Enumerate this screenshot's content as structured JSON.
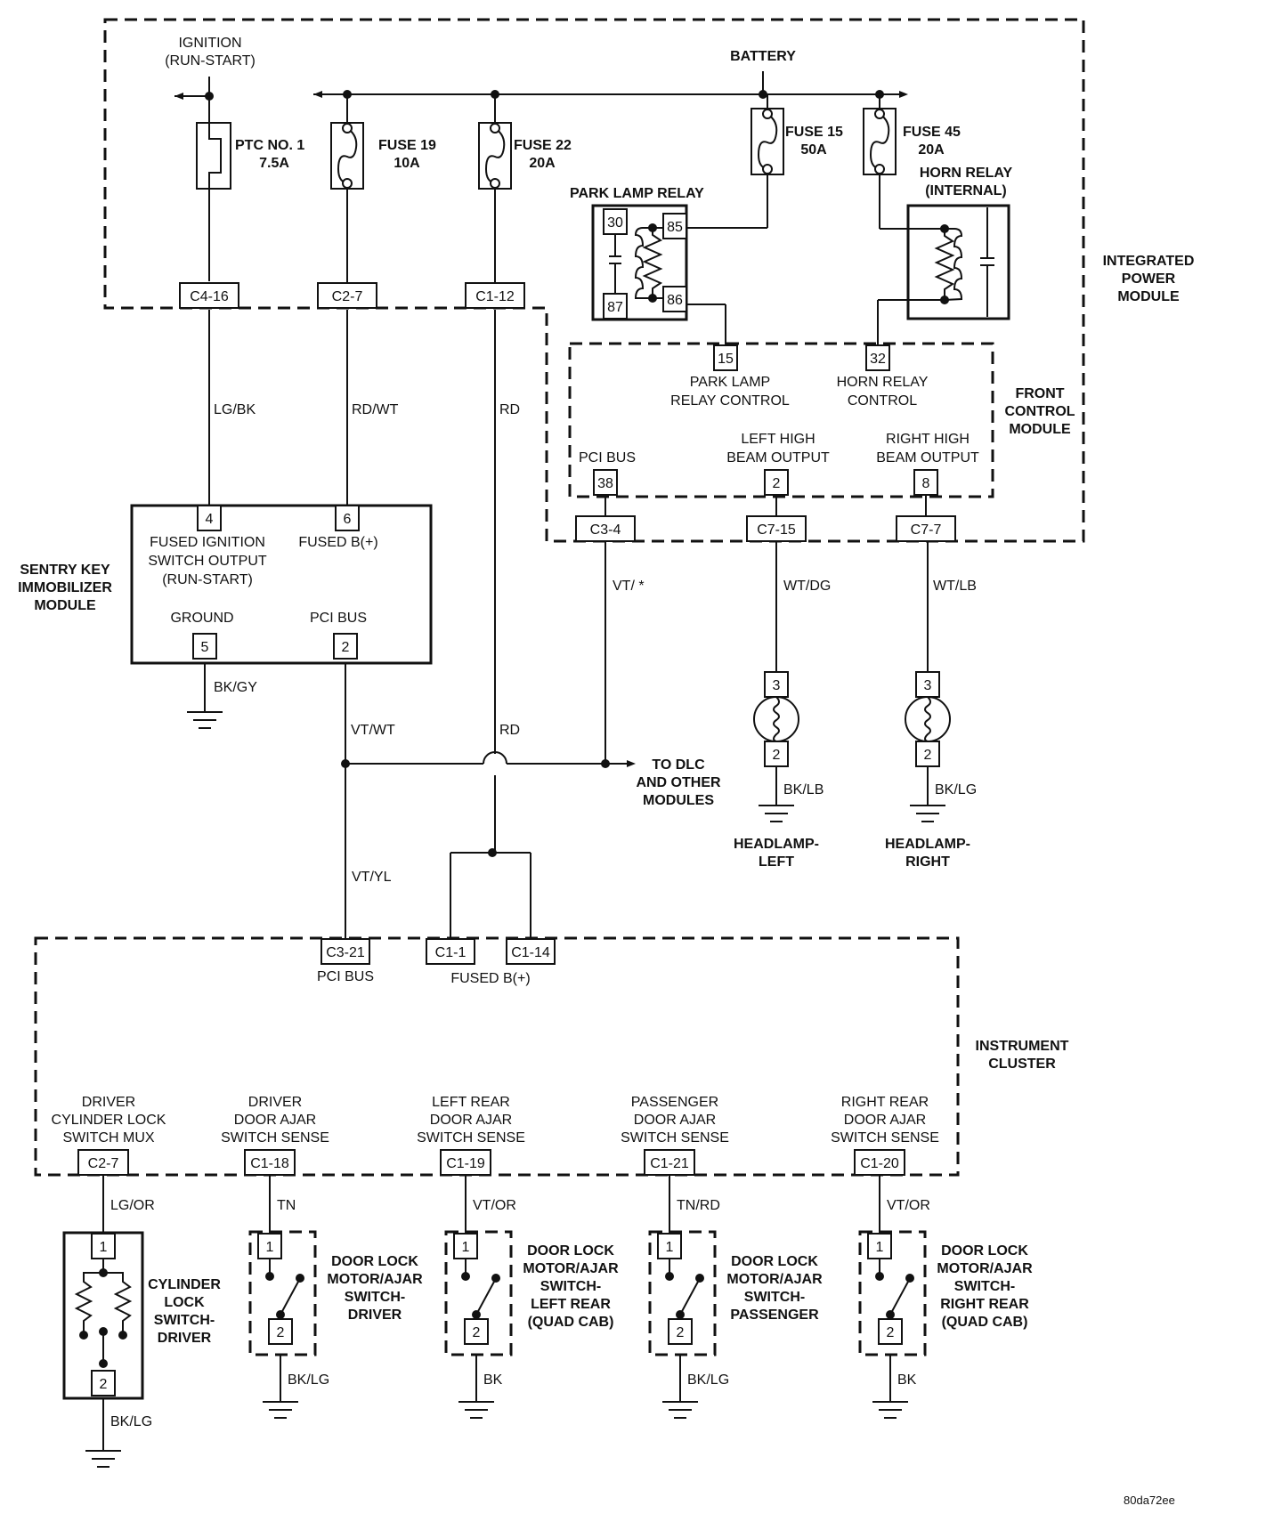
{
  "modules": {
    "integrated_power_module": "INTEGRATED POWER MODULE",
    "front_control_module": "FRONT CONTROL MODULE",
    "sentry_key_immobilizer_module": "SENTRY KEY IMMOBILIZER MODULE",
    "instrument_cluster": "INSTRUMENT CLUSTER"
  },
  "sources": {
    "ignition": [
      "IGNITION",
      "(RUN-START)"
    ],
    "battery": "BATTERY"
  },
  "fuses": [
    {
      "name": "PTC NO. 1",
      "rating": "7.5A",
      "connector": "C4-16",
      "wire": "LG/BK",
      "type": "ptc"
    },
    {
      "name": "FUSE 19",
      "rating": "10A",
      "connector": "C2-7",
      "wire": "RD/WT",
      "type": "fuse"
    },
    {
      "name": "FUSE 22",
      "rating": "20A",
      "connector": "C1-12",
      "wire": "RD",
      "type": "fuse"
    },
    {
      "name": "FUSE 15",
      "rating": "50A",
      "type": "fuse"
    },
    {
      "name": "FUSE 45",
      "rating": "20A",
      "type": "fuse"
    }
  ],
  "relays": {
    "park_lamp": {
      "label": "PARK LAMP RELAY",
      "pins": [
        "30",
        "85",
        "87",
        "86"
      ]
    },
    "horn": {
      "label": [
        "HORN RELAY",
        "(INTERNAL)"
      ]
    }
  },
  "front_control": {
    "pins": [
      {
        "pin": "15",
        "label": [
          "PARK LAMP",
          "RELAY CONTROL"
        ]
      },
      {
        "pin": "32",
        "label": [
          "HORN RELAY",
          "CONTROL"
        ]
      },
      {
        "pin": "38",
        "label": [
          "PCI BUS"
        ],
        "connector": "C3-4",
        "wire": "VT/ *"
      },
      {
        "pin": "2",
        "label": [
          "LEFT HIGH",
          "BEAM OUTPUT"
        ],
        "connector": "C7-15",
        "wire": "WT/DG"
      },
      {
        "pin": "8",
        "label": [
          "RIGHT HIGH",
          "BEAM OUTPUT"
        ],
        "connector": "C7-7",
        "wire": "WT/LB"
      }
    ]
  },
  "skim": {
    "pins": [
      {
        "pin": "4",
        "label": [
          "FUSED IGNITION",
          "SWITCH OUTPUT",
          "(RUN-START)"
        ]
      },
      {
        "pin": "6",
        "label": [
          "FUSED B(+)"
        ]
      },
      {
        "pin": "5",
        "label": [
          "GROUND"
        ],
        "wire": "BK/GY"
      },
      {
        "pin": "2",
        "label": [
          "PCI BUS"
        ],
        "wire": "VT/WT"
      }
    ]
  },
  "bus": {
    "rd_wire": "RD",
    "dlc_note": [
      "TO DLC",
      "AND OTHER",
      "MODULES"
    ],
    "pci_to_cluster_wire": "VT/YL"
  },
  "headlamps": [
    {
      "label": [
        "HEADLAMP-",
        "LEFT"
      ],
      "pin_top": "3",
      "pin_bottom": "2",
      "ground_wire": "BK/LB"
    },
    {
      "label": [
        "HEADLAMP-",
        "RIGHT"
      ],
      "pin_top": "3",
      "pin_bottom": "2",
      "ground_wire": "BK/LG"
    }
  ],
  "cluster": {
    "top_connectors": [
      {
        "id": "C3-21",
        "label": "PCI BUS"
      },
      {
        "id": "C1-1",
        "label": "FUSED B(+)"
      },
      {
        "id": "C1-14"
      }
    ],
    "bottom_connectors": [
      {
        "id": "C2-7",
        "label": [
          "DRIVER",
          "CYLINDER LOCK",
          "SWITCH MUX"
        ],
        "wire": "LG/OR"
      },
      {
        "id": "C1-18",
        "label": [
          "DRIVER",
          "DOOR AJAR",
          "SWITCH SENSE"
        ],
        "wire": "TN"
      },
      {
        "id": "C1-19",
        "label": [
          "LEFT REAR",
          "DOOR AJAR",
          "SWITCH SENSE"
        ],
        "wire": "VT/OR"
      },
      {
        "id": "C1-21",
        "label": [
          "PASSENGER",
          "DOOR AJAR",
          "SWITCH SENSE"
        ],
        "wire": "TN/RD"
      },
      {
        "id": "C1-20",
        "label": [
          "RIGHT REAR",
          "DOOR AJAR",
          "SWITCH SENSE"
        ],
        "wire": "VT/OR"
      }
    ]
  },
  "switches": [
    {
      "label": [
        "CYLINDER",
        "LOCK",
        "SWITCH-",
        "DRIVER"
      ],
      "pin_top": "1",
      "pin_bottom": "2",
      "ground_wire": "BK/LG"
    },
    {
      "label": [
        "DOOR LOCK",
        "MOTOR/AJAR",
        "SWITCH-",
        "DRIVER"
      ],
      "pin_top": "1",
      "pin_bottom": "2",
      "ground_wire": "BK/LG"
    },
    {
      "label": [
        "DOOR LOCK",
        "MOTOR/AJAR",
        "SWITCH-",
        "LEFT REAR",
        "(QUAD CAB)"
      ],
      "pin_top": "1",
      "pin_bottom": "2",
      "ground_wire": "BK"
    },
    {
      "label": [
        "DOOR LOCK",
        "MOTOR/AJAR",
        "SWITCH-",
        "PASSENGER"
      ],
      "pin_top": "1",
      "pin_bottom": "2",
      "ground_wire": "BK/LG"
    },
    {
      "label": [
        "DOOR LOCK",
        "MOTOR/AJAR",
        "SWITCH-",
        "RIGHT REAR",
        "(QUAD CAB)"
      ],
      "pin_top": "1",
      "pin_bottom": "2",
      "ground_wire": "BK"
    }
  ],
  "figure_id": "80da72ee"
}
